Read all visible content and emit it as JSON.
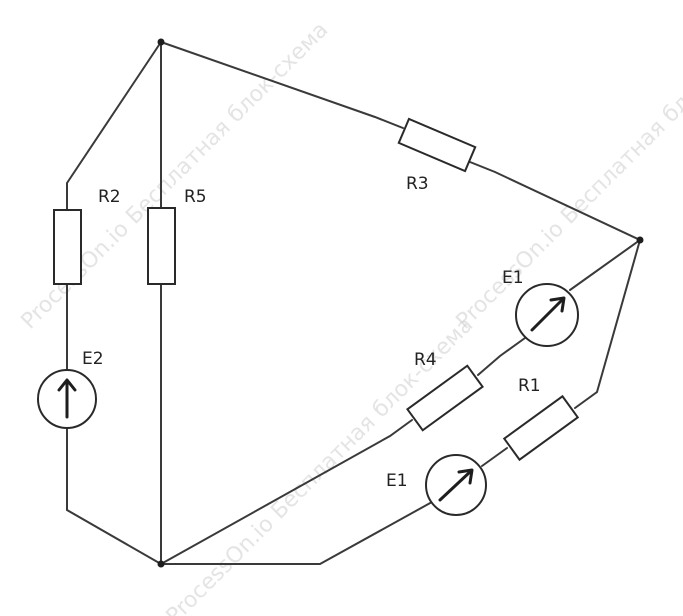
{
  "components": {
    "R1": {
      "label": "R1"
    },
    "R2": {
      "label": "R2"
    },
    "R3": {
      "label": "R3"
    },
    "R4": {
      "label": "R4"
    },
    "R5": {
      "label": "R5"
    },
    "E1_upper": {
      "label": "E1"
    },
    "E1_lower": {
      "label": "E1"
    },
    "E2": {
      "label": "E2"
    }
  },
  "watermark": {
    "text": "ProcessOn.io Бесплатная блок-схема"
  }
}
